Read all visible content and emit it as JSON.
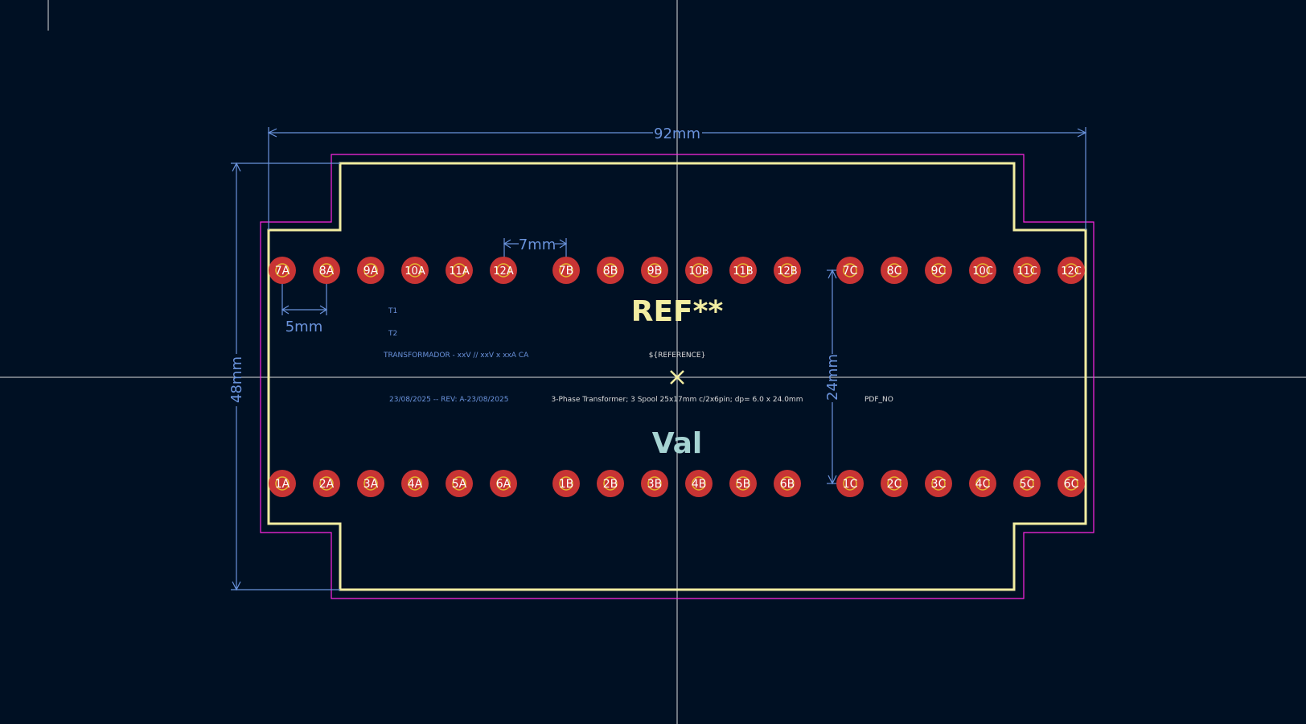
{
  "colors": {
    "background": "#001023",
    "crosshair": "#dcdcdc",
    "silkscreen": "#f2eda1",
    "courtyard": "#ff26e2",
    "dimension": "#6a93dc",
    "pad": "#c83434",
    "pad_hole": "#e3b72e",
    "value_text": "#a6d3d2",
    "fab_text": "#dcdcdc"
  },
  "dimensions": {
    "overall_width": "92mm",
    "overall_height": "48mm",
    "pin_gap": "7mm",
    "pin_pitch": "5mm",
    "row_spacing": "24mm"
  },
  "texts": {
    "reference": "REF**",
    "value": "Val",
    "t1": "T1",
    "t2": "T2",
    "transformer_label": "TRANSFORMADOR -  xxV // xxV x xxA CA",
    "ref_var": "${REFERENCE}",
    "date_rev": "23/08/2025 -- REV: A-23/08/2025",
    "description": "3-Phase Transformer; 3 Spool 25x17mm c/2x6pin; dp= 6.0 x 24.0mm",
    "pdf_no": "PDF_NO"
  },
  "pads": {
    "top": [
      "7A",
      "8A",
      "9A",
      "10A",
      "11A",
      "12A",
      "7B",
      "8B",
      "9B",
      "10B",
      "11B",
      "12B",
      "7C",
      "8C",
      "9C",
      "10C",
      "11C",
      "12C"
    ],
    "bottom": [
      "1A",
      "2A",
      "3A",
      "4A",
      "5A",
      "6A",
      "1B",
      "2B",
      "3B",
      "4B",
      "5B",
      "6B",
      "1C",
      "2C",
      "3C",
      "4C",
      "5C",
      "6C"
    ]
  }
}
